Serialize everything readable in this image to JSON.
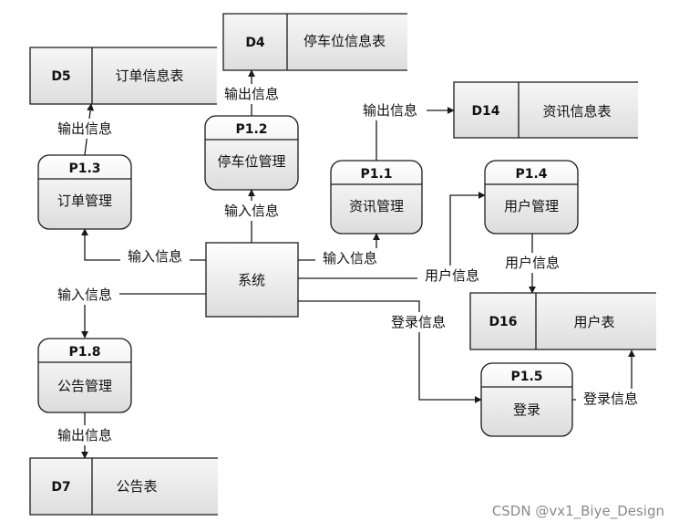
{
  "system": {
    "label": "系统"
  },
  "processes": {
    "p11": {
      "id": "P1.1",
      "name": "资讯管理"
    },
    "p12": {
      "id": "P1.2",
      "name": "停车位管理"
    },
    "p13": {
      "id": "P1.3",
      "name": "订单管理"
    },
    "p14": {
      "id": "P1.4",
      "name": "用户管理"
    },
    "p15": {
      "id": "P1.5",
      "name": "登录"
    },
    "p18": {
      "id": "P1.8",
      "name": "公告管理"
    }
  },
  "stores": {
    "d4": {
      "id": "D4",
      "name": "停车位信息表"
    },
    "d5": {
      "id": "D5",
      "name": "订单信息表"
    },
    "d7": {
      "id": "D7",
      "name": "公告表"
    },
    "d14": {
      "id": "D14",
      "name": "资讯信息表"
    },
    "d16": {
      "id": "D16",
      "name": "用户表"
    }
  },
  "flows": {
    "sys_to_p13": "输入信息",
    "p13_to_d5": "输出信息",
    "sys_to_p12": "输入信息",
    "p12_to_d4": "输出信息",
    "sys_to_p11": "输入信息",
    "p11_to_d14": "输出信息",
    "sys_to_p14": "用户信息",
    "p14_to_d16": "用户信息",
    "sys_to_p18": "输入信息",
    "p18_to_d7": "输出信息",
    "sys_to_p15": "登录信息",
    "p15_to_d16": "登录信息"
  },
  "watermark": "CSDN @vx1_Biye_Design"
}
